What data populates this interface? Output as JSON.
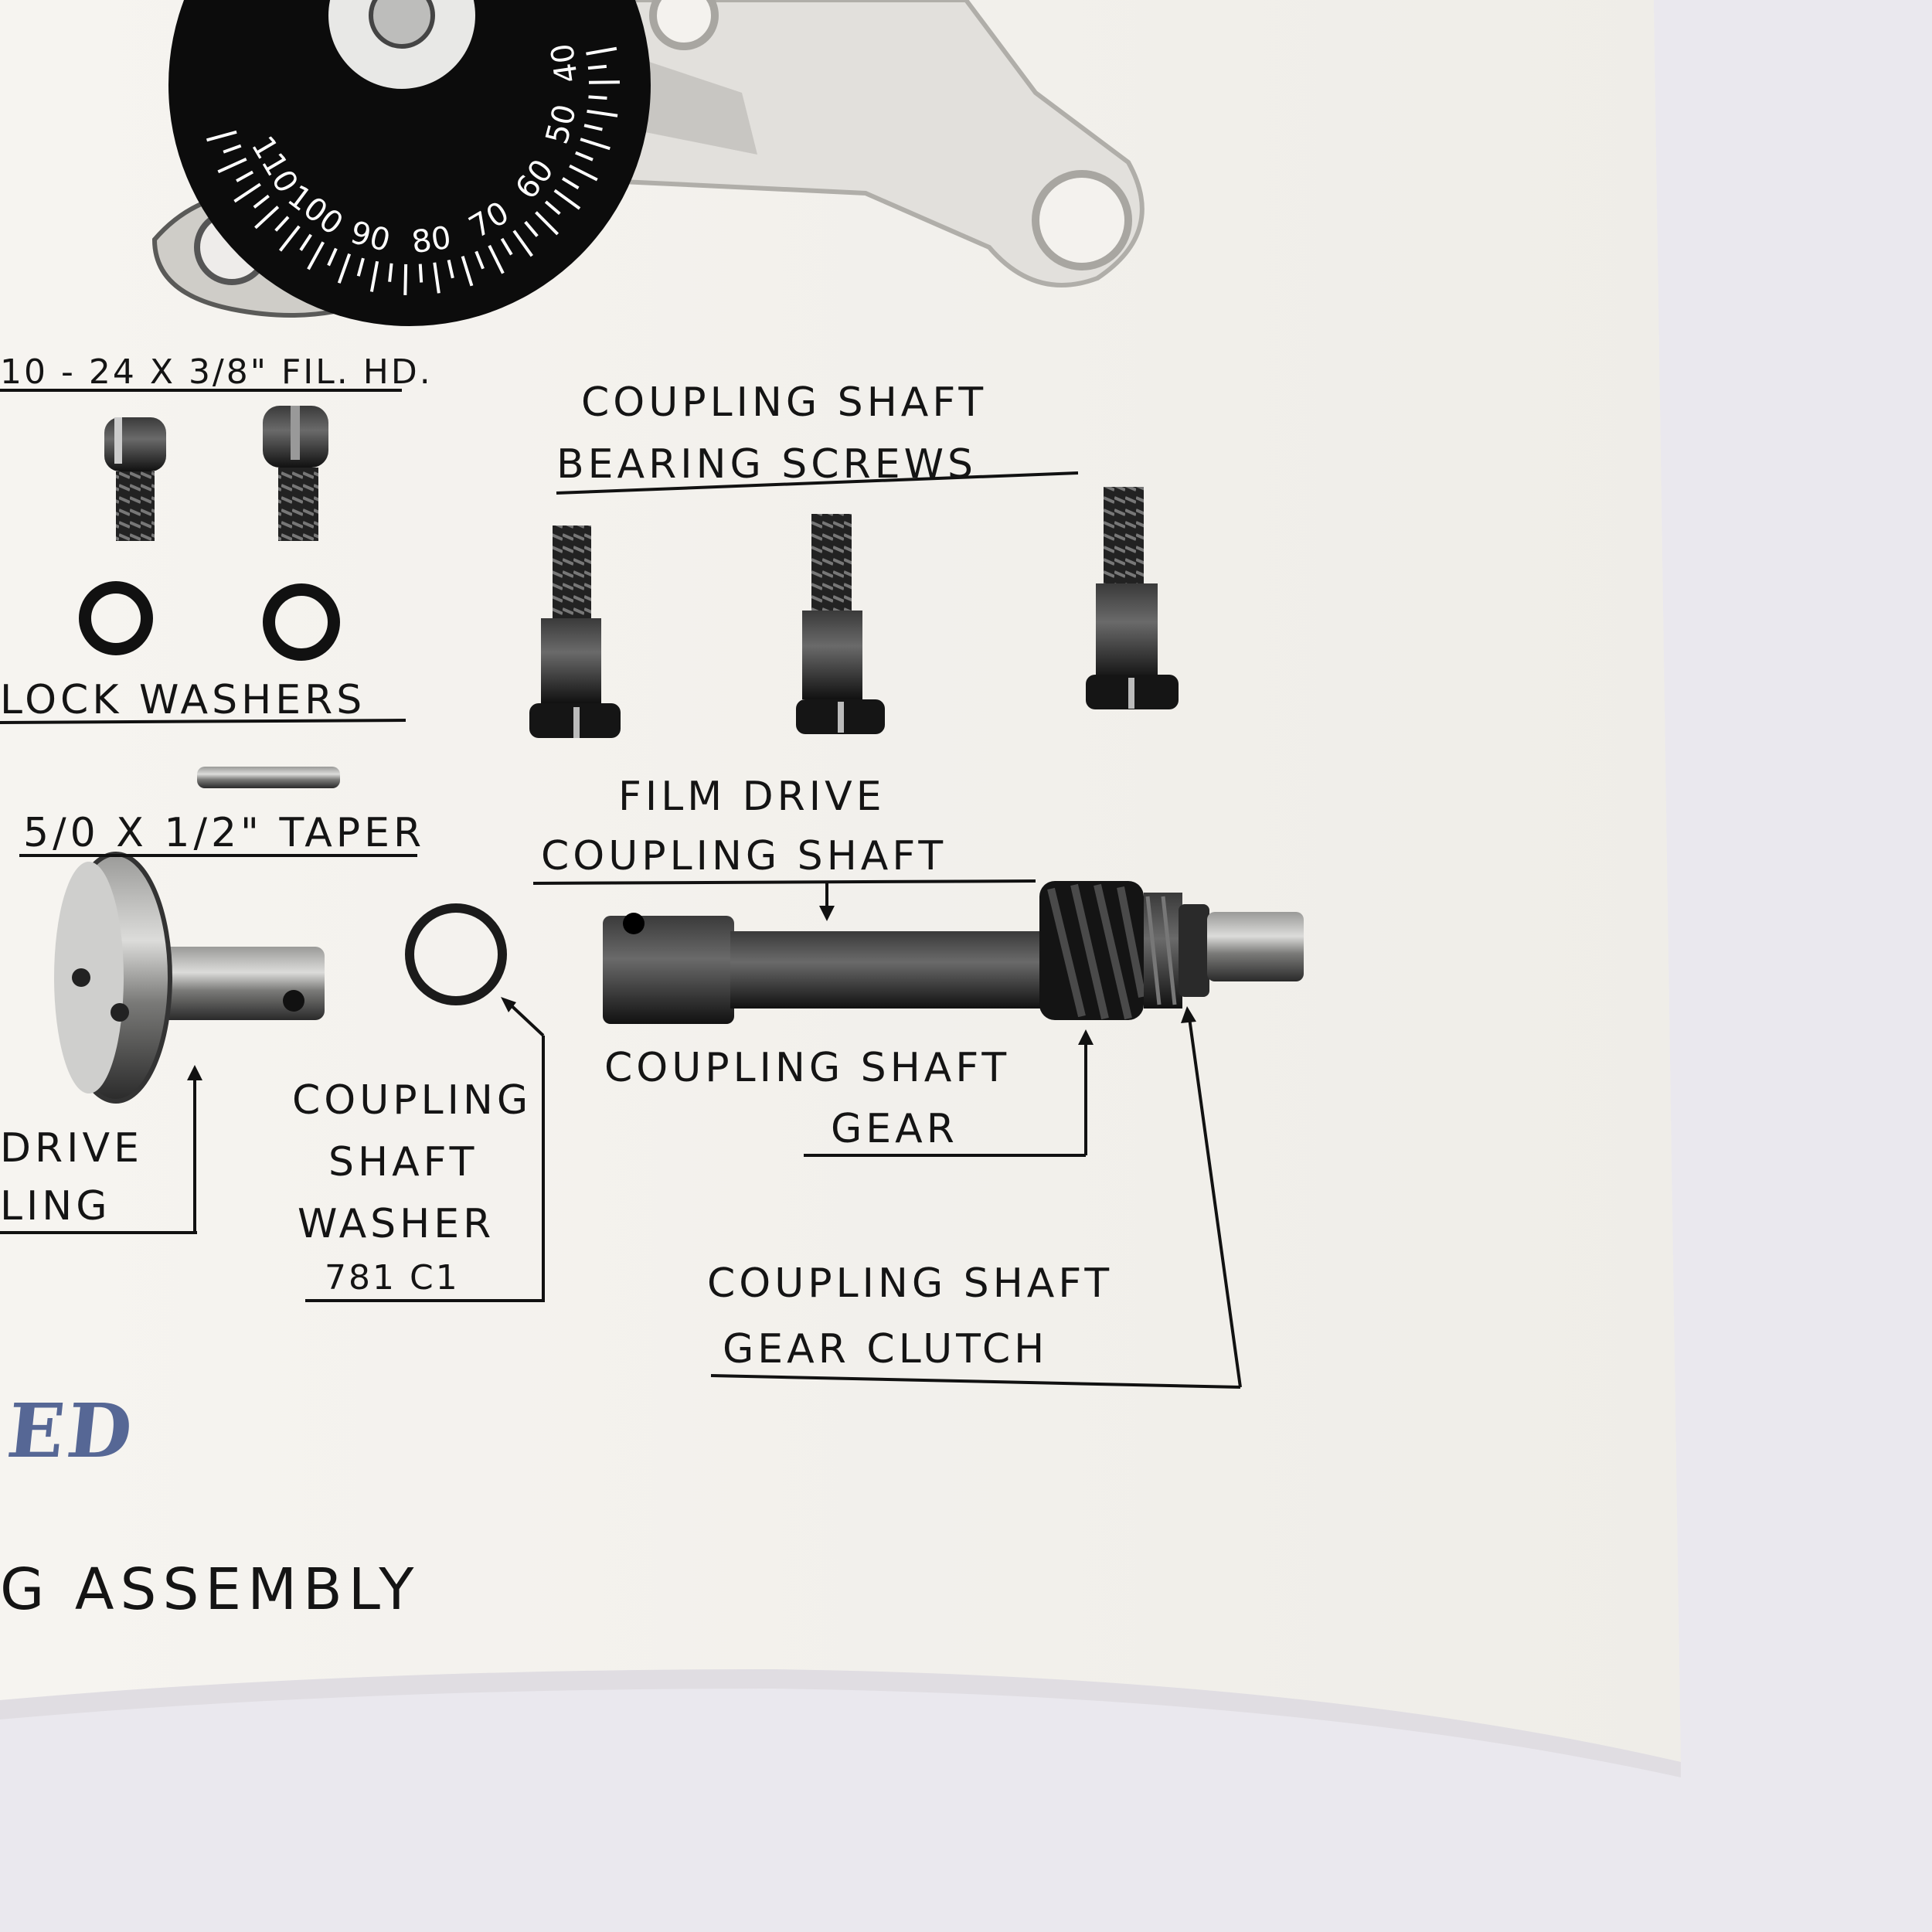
{
  "dial": {
    "numbers": [
      "40",
      "50",
      "60",
      "70",
      "80",
      "90",
      "100",
      "110"
    ]
  },
  "labels": {
    "fil_hd_screw": "10 - 24 X 3/8\" FIL. HD.",
    "bearing_screws_line1": "COUPLING  SHAFT",
    "bearing_screws_line2": "BEARING  SCREWS",
    "lock_washers": "LOCK WASHERS",
    "taper_pin": "5/0 X 1/2\" TAPER",
    "film_drive_line1": "FILM  DRIVE",
    "film_drive_line2": "COUPLING  SHAFT",
    "drive_coupling_line1": "DRIVE",
    "drive_coupling_line2": "LING",
    "washer_line1": "COUPLING",
    "washer_line2": "SHAFT",
    "washer_line3": "WASHER",
    "washer_part_no": "781 C1",
    "gear_line1": "COUPLING  SHAFT",
    "gear_line2": "GEAR",
    "clutch_line1": "COUPLING  SHAFT",
    "clutch_line2": "GEAR  CLUTCH",
    "stamp": "ED",
    "assembly_title": "G  ASSEMBLY"
  },
  "colors": {
    "paper": "#f4f2ee",
    "background": "#eae8ee",
    "ink": "#141414",
    "stamp_ink": "#3b4f86"
  }
}
